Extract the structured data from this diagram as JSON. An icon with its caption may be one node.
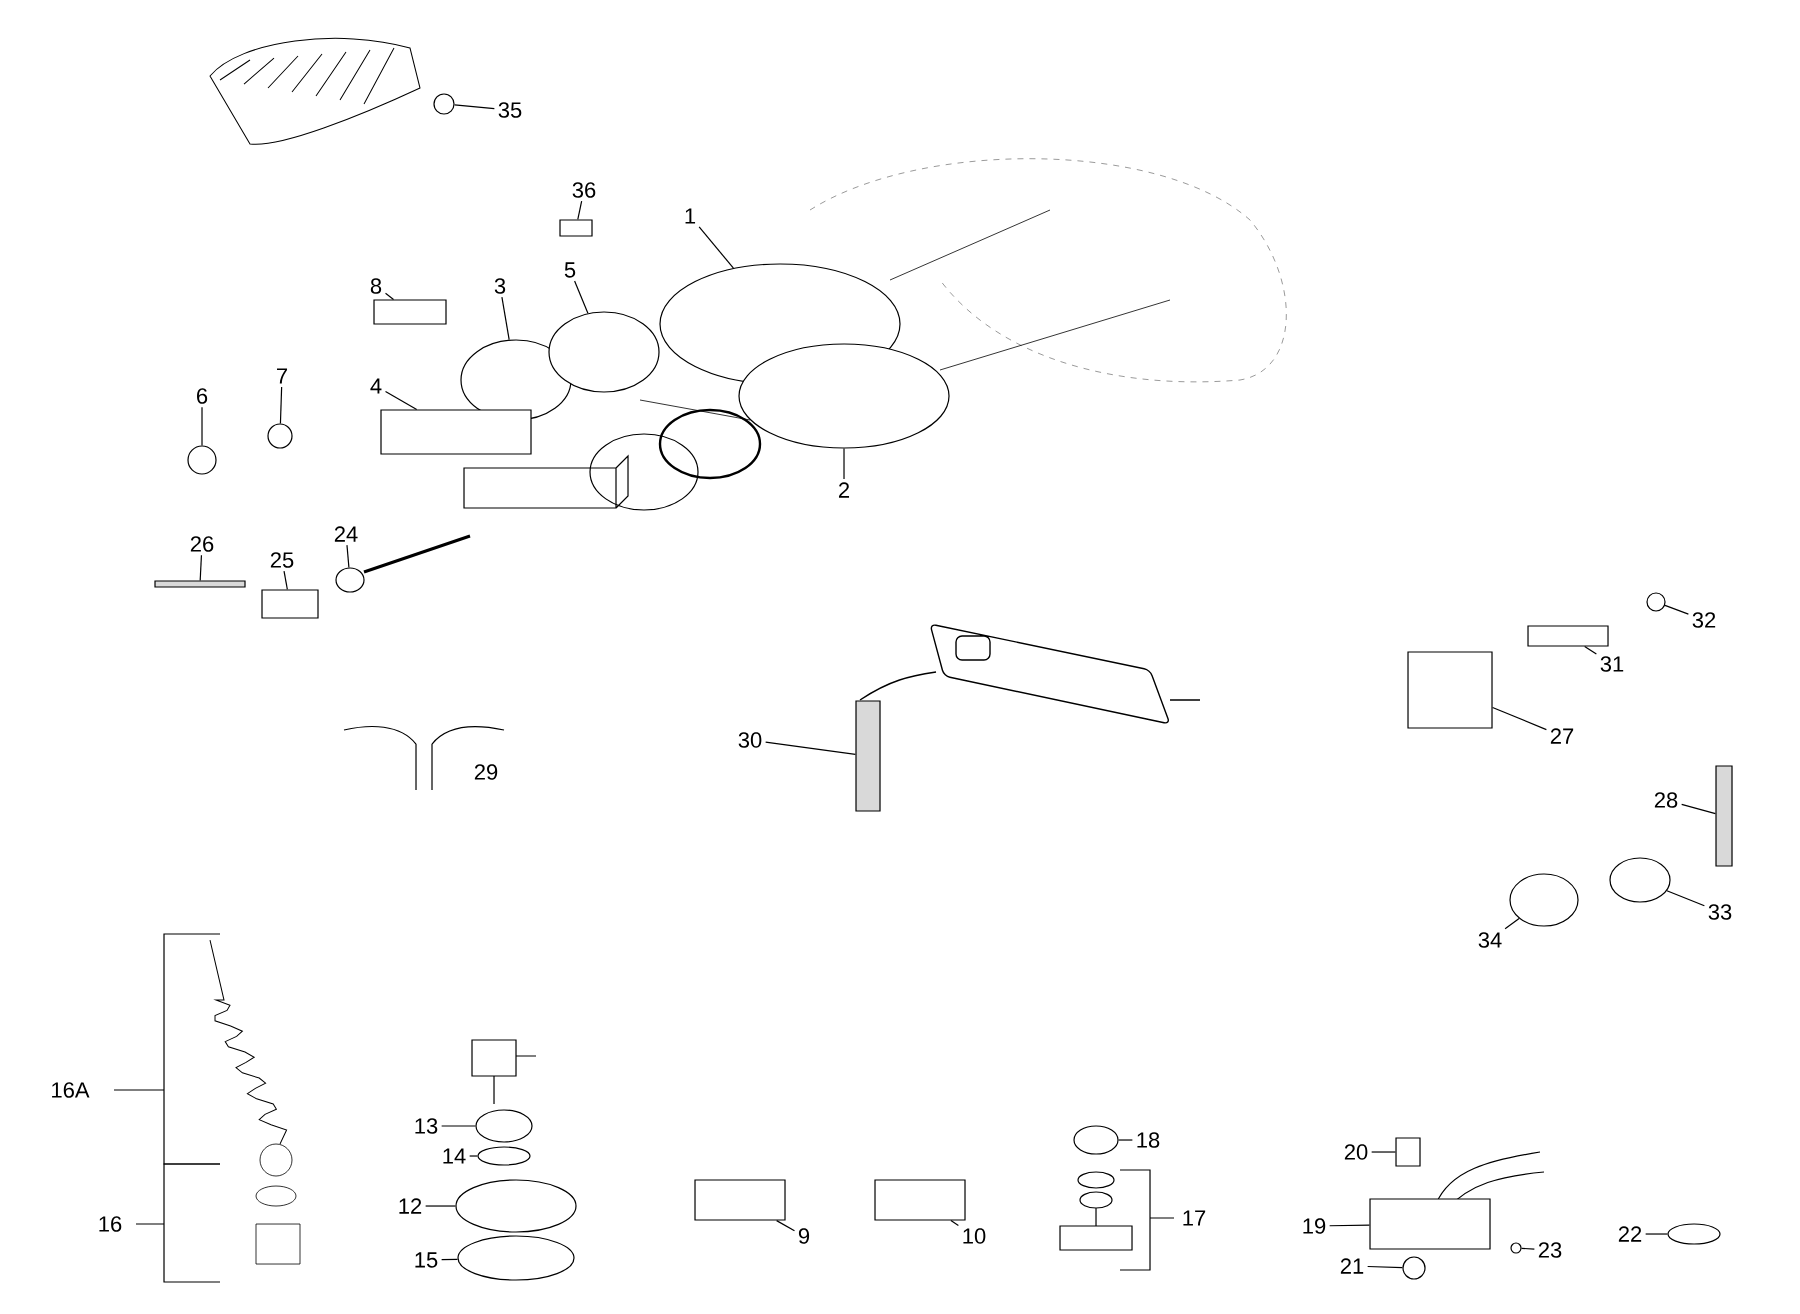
{
  "diagram": {
    "nodes": [
      {
        "text": [
          "35"
        ]
      },
      {
        "text": [],
        "shape": "circle"
      },
      {
        "text": [
          "36"
        ]
      },
      {
        "text": [],
        "shape": "box"
      },
      {
        "text": [
          "1"
        ]
      },
      {
        "text": [],
        "shape": "circle"
      },
      {
        "text": [
          "8"
        ]
      },
      {
        "text": [],
        "shape": "box"
      },
      {
        "text": [
          "3"
        ]
      },
      {
        "text": [],
        "shape": "circle"
      },
      {
        "text": [
          "5"
        ]
      },
      {
        "text": [],
        "shape": "circle"
      },
      {
        "text": [
          "4"
        ]
      },
      {
        "text": [],
        "shape": "box"
      },
      {
        "text": [
          "7"
        ]
      },
      {
        "text": [],
        "shape": "circle"
      },
      {
        "text": [
          "6"
        ]
      },
      {
        "text": [],
        "shape": "circle"
      },
      {
        "text": [
          "2"
        ]
      },
      {
        "text": [],
        "shape": "circle"
      },
      {
        "text": [
          "26"
        ]
      },
      {
        "text": [],
        "shape": "bar"
      },
      {
        "text": [
          "24"
        ]
      },
      {
        "text": [],
        "shape": "circle"
      },
      {
        "text": [
          "25"
        ]
      },
      {
        "text": [],
        "shape": "box"
      },
      {
        "text": [
          "32"
        ]
      },
      {
        "text": [],
        "shape": "circle"
      },
      {
        "text": [
          "31"
        ]
      },
      {
        "text": [],
        "shape": "box"
      },
      {
        "text": [
          "30"
        ]
      },
      {
        "text": [],
        "shape": "bar"
      },
      {
        "text": [
          "27"
        ]
      },
      {
        "text": [],
        "shape": "box"
      },
      {
        "text": [
          "28"
        ]
      },
      {
        "text": [],
        "shape": "bar"
      },
      {
        "text": [
          "33"
        ]
      },
      {
        "text": [],
        "shape": "circle"
      },
      {
        "text": [
          "34"
        ]
      },
      {
        "text": [],
        "shape": "circle"
      },
      {
        "text": [
          "13"
        ]
      },
      {
        "text": [],
        "shape": "circle"
      },
      {
        "text": [
          "14"
        ]
      },
      {
        "text": [],
        "shape": "circle"
      },
      {
        "text": [
          "18"
        ]
      },
      {
        "text": [],
        "shape": "circle"
      },
      {
        "text": [
          "20"
        ]
      },
      {
        "text": [],
        "shape": "box"
      },
      {
        "text": [
          "12"
        ]
      },
      {
        "text": [],
        "shape": "circle"
      },
      {
        "text": [
          "9"
        ]
      },
      {
        "text": [],
        "shape": "box"
      },
      {
        "text": [
          "10"
        ]
      },
      {
        "text": [],
        "shape": "box"
      },
      {
        "text": [
          "19"
        ]
      },
      {
        "text": [],
        "shape": "box"
      },
      {
        "text": [
          "23"
        ]
      },
      {
        "text": [],
        "shape": "circle"
      },
      {
        "text": [
          "22"
        ]
      },
      {
        "text": [],
        "shape": "circle"
      },
      {
        "text": [
          "15"
        ]
      },
      {
        "text": [],
        "shape": "circle"
      },
      {
        "text": [
          "21"
        ]
      },
      {
        "text": [],
        "shape": "circle"
      }
    ],
    "edges": [
      {
        "from": 0,
        "to": 1,
        "arrow": "none"
      },
      {
        "from": 2,
        "to": 3,
        "arrow": "none"
      },
      {
        "from": 4,
        "to": 5,
        "arrow": "none"
      },
      {
        "from": 6,
        "to": 7,
        "arrow": "none"
      },
      {
        "from": 8,
        "to": 9,
        "arrow": "none"
      },
      {
        "from": 10,
        "to": 11,
        "arrow": "none"
      },
      {
        "from": 12,
        "to": 13,
        "arrow": "none"
      },
      {
        "from": 14,
        "to": 15,
        "arrow": "none"
      },
      {
        "from": 16,
        "to": 17,
        "arrow": "none"
      },
      {
        "from": 18,
        "to": 19,
        "arrow": "none"
      },
      {
        "from": 20,
        "to": 21,
        "arrow": "none"
      },
      {
        "from": 22,
        "to": 23,
        "arrow": "none"
      },
      {
        "from": 24,
        "to": 25,
        "arrow": "none"
      },
      {
        "from": 26,
        "to": 27,
        "arrow": "none"
      },
      {
        "from": 28,
        "to": 29,
        "arrow": "none"
      },
      {
        "from": 30,
        "to": 31,
        "arrow": "none"
      },
      {
        "from": 32,
        "to": 33,
        "arrow": "none"
      },
      {
        "from": 34,
        "to": 35,
        "arrow": "none"
      },
      {
        "from": 36,
        "to": 37,
        "arrow": "none"
      },
      {
        "from": 38,
        "to": 39,
        "arrow": "none"
      },
      {
        "from": 40,
        "to": 41,
        "arrow": "none"
      },
      {
        "from": 42,
        "to": 43,
        "arrow": "none"
      },
      {
        "from": 44,
        "to": 45,
        "arrow": "none"
      },
      {
        "from": 46,
        "to": 47,
        "arrow": "none"
      },
      {
        "from": 48,
        "to": 49,
        "arrow": "none"
      },
      {
        "from": 50,
        "to": 51,
        "arrow": "none"
      },
      {
        "from": 52,
        "to": 53,
        "arrow": "none"
      },
      {
        "from": 54,
        "to": 55,
        "arrow": "none"
      },
      {
        "from": 56,
        "to": 57,
        "arrow": "none"
      },
      {
        "from": 58,
        "to": 59,
        "arrow": "none"
      },
      {
        "from": 60,
        "to": 61,
        "arrow": "none"
      },
      {
        "from": 62,
        "to": 63,
        "arrow": "none"
      }
    ],
    "labels": [
      "29",
      "16A",
      "16",
      "17"
    ]
  }
}
